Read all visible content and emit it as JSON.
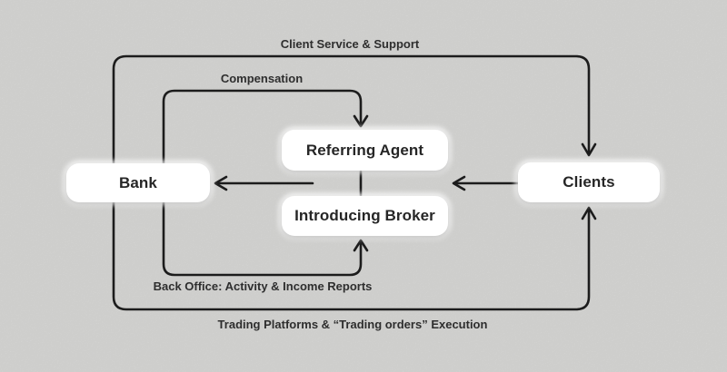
{
  "diagram": {
    "type": "flow-diagram",
    "background_color": "#dcdcda",
    "line_color": "#1c1c1c",
    "box_fill": "#ffffff",
    "text_color": "#262626",
    "nodes": {
      "bank": {
        "label": "Bank"
      },
      "referring_agent": {
        "label": "Referring Agent"
      },
      "introducing_broker": {
        "label": "Introducing Broker"
      },
      "clients": {
        "label": "Clients"
      }
    },
    "edges": {
      "client_service": {
        "label": "Client Service & Support",
        "from": "bank",
        "to": "clients",
        "route": "top-outer-loop",
        "arrow": "into clients top"
      },
      "compensation": {
        "label": "Compensation",
        "from": "bank",
        "to": "referring_agent",
        "route": "top-inner-loop",
        "arrow": "into referring agent top"
      },
      "back_office": {
        "label": "Back Office: Activity & Income Reports",
        "from": "bank",
        "to": "introducing_broker",
        "route": "bottom-inner-loop",
        "arrow": "into introducing broker bottom"
      },
      "trading": {
        "label": "Trading Platforms &  “Trading orders” Execution",
        "from": "bank",
        "to": "clients",
        "route": "bottom-outer-loop",
        "arrow": "into clients bottom"
      },
      "agents_to_bank": {
        "label": "",
        "from": "referring_agent / introducing_broker",
        "to": "bank",
        "route": "middle-horizontal",
        "arrow": "into bank right side"
      },
      "clients_to_agents": {
        "label": "",
        "from": "clients",
        "to": "referring_agent / introducing_broker",
        "route": "middle-horizontal",
        "arrow": "into agent stack right side"
      },
      "agent_broker_link": {
        "label": "",
        "from": "referring_agent",
        "to": "introducing_broker",
        "route": "vertical-connector",
        "arrow": "none"
      }
    }
  }
}
